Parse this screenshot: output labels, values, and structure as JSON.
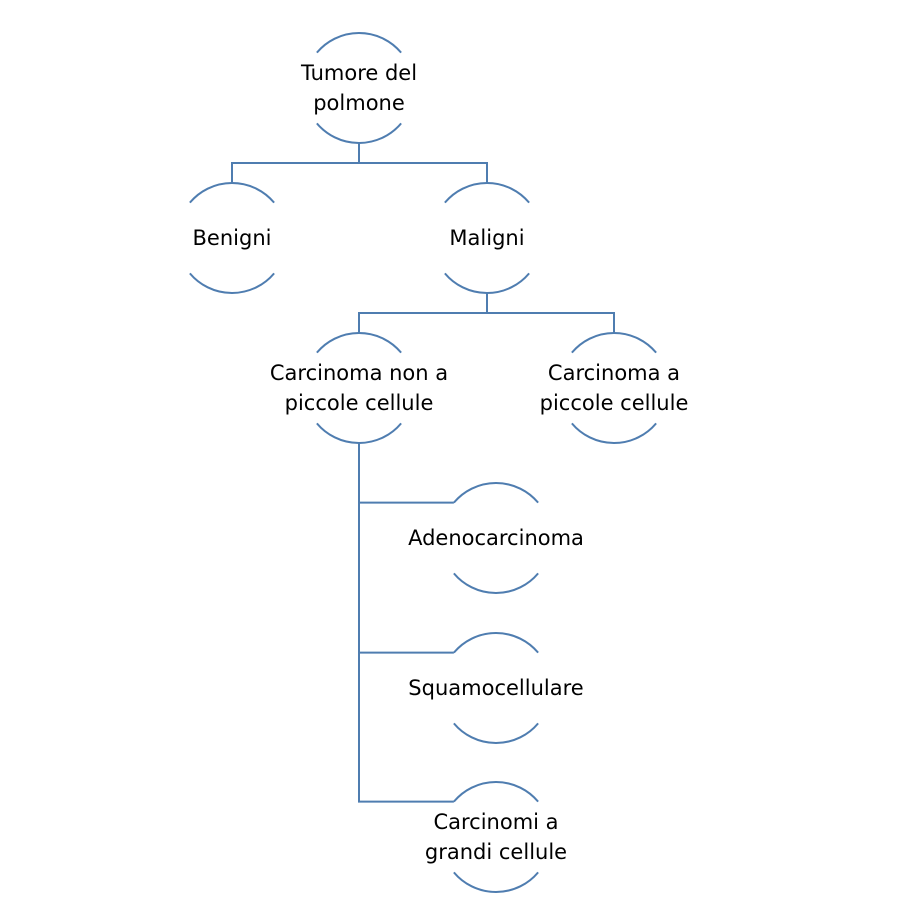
{
  "diagram": {
    "title": "Tumore del polmone",
    "line_color": "#4f7db0",
    "text_color": "#000000",
    "nodes": [
      {
        "id": "root",
        "lines": [
          "Tumore del",
          "polmone"
        ]
      },
      {
        "id": "benigni",
        "lines": [
          "Benigni"
        ]
      },
      {
        "id": "maligni",
        "lines": [
          "Maligni"
        ]
      },
      {
        "id": "nsclc",
        "lines": [
          "Carcinoma non a",
          "piccole cellule"
        ]
      },
      {
        "id": "sclc",
        "lines": [
          "Carcinoma a",
          "piccole cellule"
        ]
      },
      {
        "id": "adeno",
        "lines": [
          "Adenocarcinoma"
        ]
      },
      {
        "id": "squamo",
        "lines": [
          "Squamocellulare"
        ]
      },
      {
        "id": "large",
        "lines": [
          "Carcinomi a",
          "grandi cellule"
        ]
      }
    ],
    "edges": [
      {
        "from": "root",
        "to": "benigni"
      },
      {
        "from": "root",
        "to": "maligni"
      },
      {
        "from": "maligni",
        "to": "nsclc"
      },
      {
        "from": "maligni",
        "to": "sclc"
      },
      {
        "from": "nsclc",
        "to": "adeno"
      },
      {
        "from": "nsclc",
        "to": "squamo"
      },
      {
        "from": "nsclc",
        "to": "large"
      }
    ]
  }
}
